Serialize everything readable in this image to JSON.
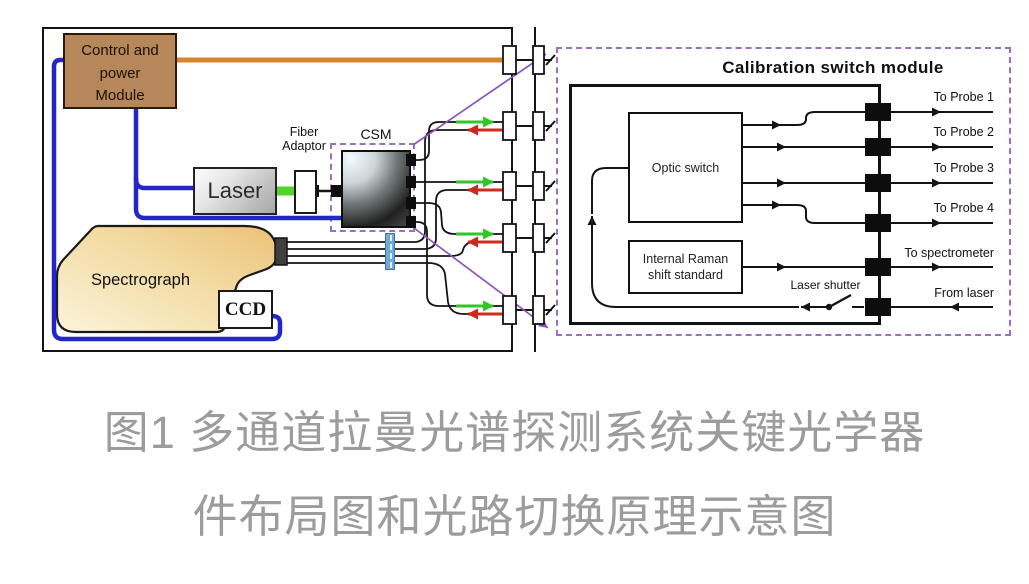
{
  "diagram": {
    "layout_left": {
      "control_module_lines": [
        "Control and",
        "power",
        "Module"
      ],
      "laser_label": "Laser",
      "fiber_adaptor_lines": [
        "Fiber",
        "Adaptor"
      ],
      "csm_label": "CSM",
      "spectrograph_label": "Spectrograph",
      "ccd_label": "CCD"
    },
    "calibration_module": {
      "title": "Calibration switch module",
      "optic_switch_label": "Optic switch",
      "raman_standard_lines": [
        "Internal Raman",
        "shift standard"
      ],
      "laser_shutter_label": "Laser shutter",
      "port_labels": [
        "To Probe 1",
        "To Probe 2",
        "To Probe 3",
        "To Probe 4",
        "To spectrometer",
        "From laser"
      ]
    },
    "caption_lines": [
      "图1 多通道拉曼光谱探测系统关键光学器",
      "件布局图和光路切换原理示意图"
    ],
    "colors": {
      "wire_blue": "#2326c8",
      "wire_orange": "#d4862e",
      "fiber_green": "#54d228",
      "arrow_green": "#35c32a",
      "arrow_red": "#cc2a1e",
      "magnify_purple": "#8e55bd",
      "control_box_tan": "#b6875a",
      "caption_gray": "#9c9c9c",
      "fiber_holder_blue": "#6fa8dc"
    }
  }
}
